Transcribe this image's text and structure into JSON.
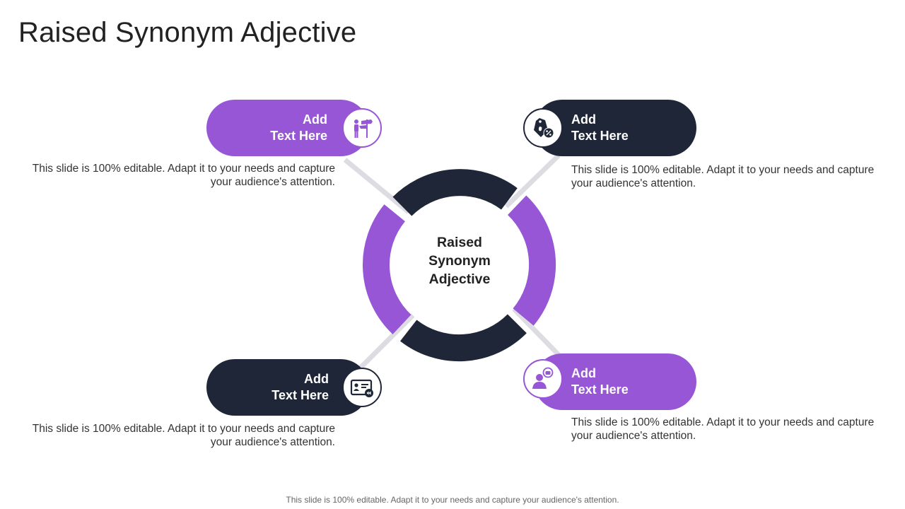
{
  "title": "Raised Synonym Adjective",
  "colors": {
    "purple": "#9656d6",
    "navy": "#1e2637",
    "connector": "#d8d8de"
  },
  "center": {
    "line1": "Raised",
    "line2": "Synonym",
    "line3": "Adjective"
  },
  "items": [
    {
      "id": "top-left",
      "line1": "Add",
      "line2": "Text Here",
      "color": "purple",
      "icon": "signpost-person-icon",
      "description": "This slide is 100% editable. Adapt it to your needs and capture your audience's attention."
    },
    {
      "id": "top-right",
      "line1": "Add",
      "line2": "Text Here",
      "color": "navy",
      "icon": "discount-tag-icon",
      "description": "This slide is 100% editable. Adapt it to your needs and capture your audience's attention."
    },
    {
      "id": "bottom-left",
      "line1": "Add",
      "line2": "Text Here",
      "color": "navy",
      "icon": "id-card-icon",
      "description": "This slide is 100% editable. Adapt it to your needs and capture your audience's attention."
    },
    {
      "id": "bottom-right",
      "line1": "Add",
      "line2": "Text Here",
      "color": "purple",
      "icon": "person-chat-icon",
      "description": "This slide is 100% editable. Adapt it to your needs and capture your audience's attention."
    }
  ],
  "footer": "This slide is 100% editable. Adapt it to your needs and capture your audience's attention."
}
